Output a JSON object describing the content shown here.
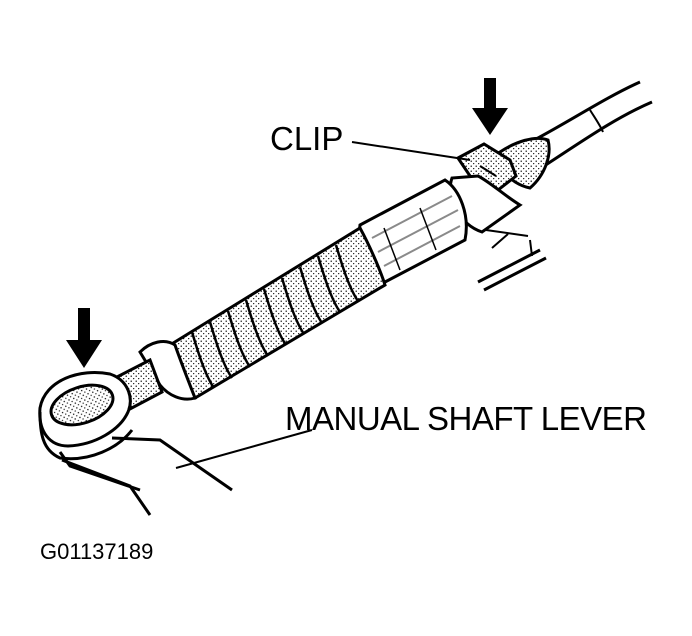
{
  "labels": {
    "clip": "CLIP",
    "manual_shaft_lever": "MANUAL SHAFT LEVER",
    "figure_id": "G01137189"
  },
  "colors": {
    "ink": "#000000",
    "shade": "#8a8a8a",
    "background": "#ffffff"
  }
}
